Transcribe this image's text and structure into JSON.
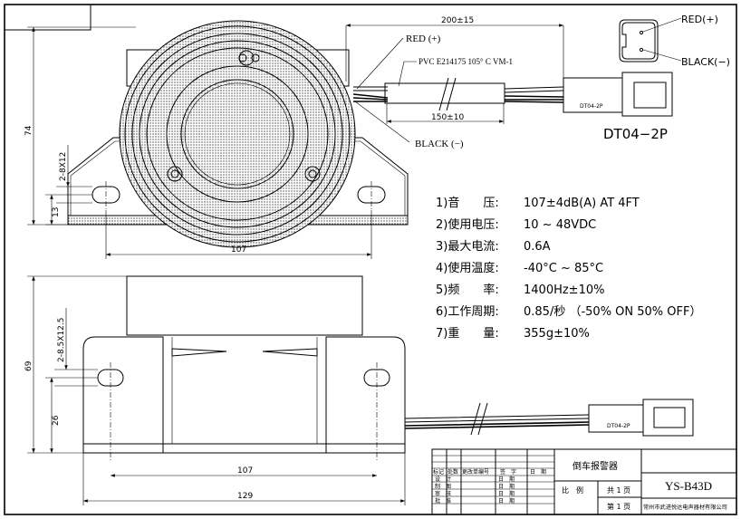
{
  "top_view": {
    "wire_length_dim": "200±15",
    "red_label": "RED (+)",
    "black_label": "BLACK (−)",
    "cable_spec": "PVC E214175 105° C VM-1",
    "sleeve_dim": "150±10",
    "connector_tag": "DT04-2P",
    "height_dim": "74",
    "slot_dim": "2-8X12",
    "slot_offset_dim": "13",
    "hole_spacing_dim": "107"
  },
  "connector": {
    "name": "DT04−2P",
    "red_pin": "RED(+)",
    "black_pin": "BLACK(−)"
  },
  "specs": [
    {
      "label": "1)音　　压:",
      "value": "107±4dB(A) AT 4FT"
    },
    {
      "label": "2)使用电压:",
      "value": "10 ~ 48VDC"
    },
    {
      "label": "3)最大电流:",
      "value": "0.6A"
    },
    {
      "label": "4)使用温度:",
      "value": "-40°C ~  85°C"
    },
    {
      "label": "5)频　　率:",
      "value": "1400Hz±10%"
    },
    {
      "label": "6)工作周期:",
      "value": "0.85/秒 （-50% ON 50% OFF）"
    },
    {
      "label": "7)重　　量:",
      "value": "355g±10%"
    }
  ],
  "side_view": {
    "height_dim": "69",
    "slot_dim": "2-8.5X12.5",
    "slot_height_dim": "26",
    "hole_spacing_dim": "107",
    "width_dim": "129",
    "connector_tag": "DT04-2P"
  },
  "title_block": {
    "headers": [
      "标记",
      "处数",
      "更改单编号",
      "签　字",
      "日　期"
    ],
    "rows": [
      {
        "role": "设　计",
        "date": "日　期"
      },
      {
        "role": "制　图",
        "date": "日　期"
      },
      {
        "role": "审　核",
        "date": "日　期"
      },
      {
        "role": "批　准",
        "date": "日　期"
      }
    ],
    "product_name": "倒车报警器",
    "scale_label": "比　例",
    "total_pages": "共 1 页",
    "page_no": "第 1 页",
    "model": "YS-B43D",
    "company": "常州市武进悦达电声器材有限公司"
  }
}
